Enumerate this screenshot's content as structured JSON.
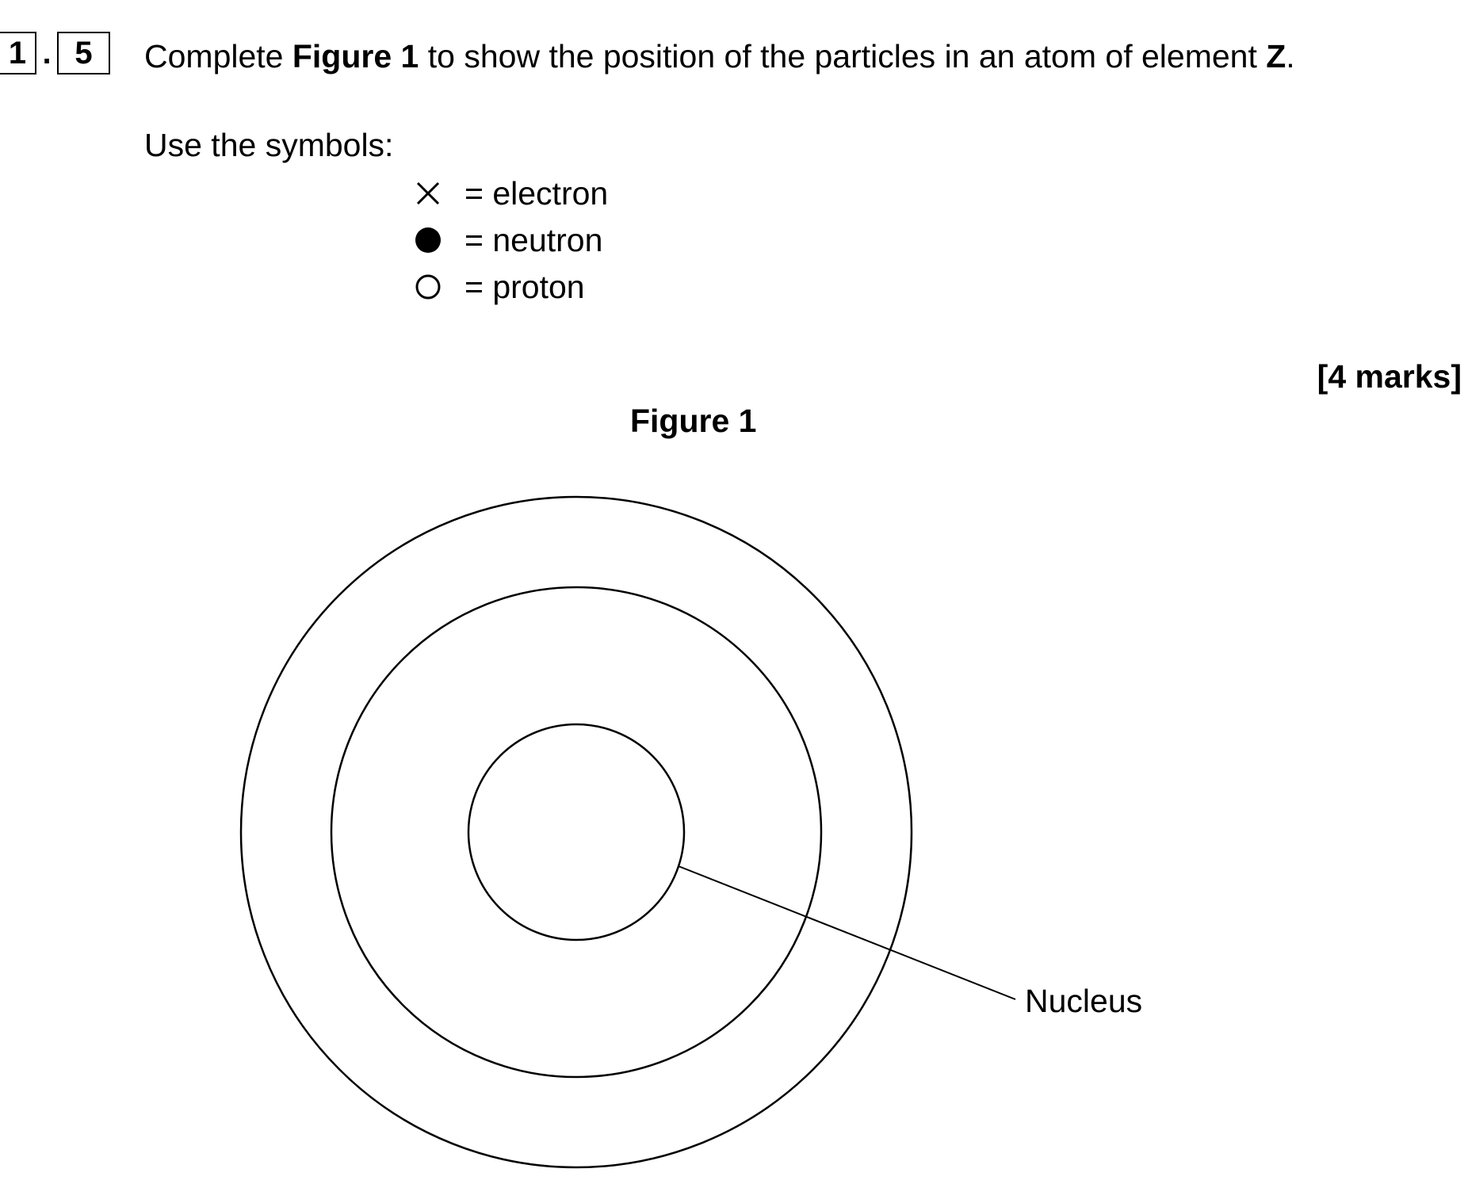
{
  "question": {
    "number_main": "1",
    "separator": ".",
    "number_sub": "5",
    "text_before": "Complete ",
    "figure_ref": "Figure 1",
    "text_middle": " to show the position of the particles in an atom of element ",
    "element": "Z",
    "text_end": "."
  },
  "instructions": {
    "use_symbols": "Use the symbols:"
  },
  "legend": [
    {
      "icon": "cross-icon",
      "label": "= electron"
    },
    {
      "icon": "filled-circle-icon",
      "label": "= neutron"
    },
    {
      "icon": "open-circle-icon",
      "label": "= proton"
    }
  ],
  "marks": "[4 marks]",
  "figure": {
    "title": "Figure 1",
    "nucleus_label": "Nucleus"
  }
}
